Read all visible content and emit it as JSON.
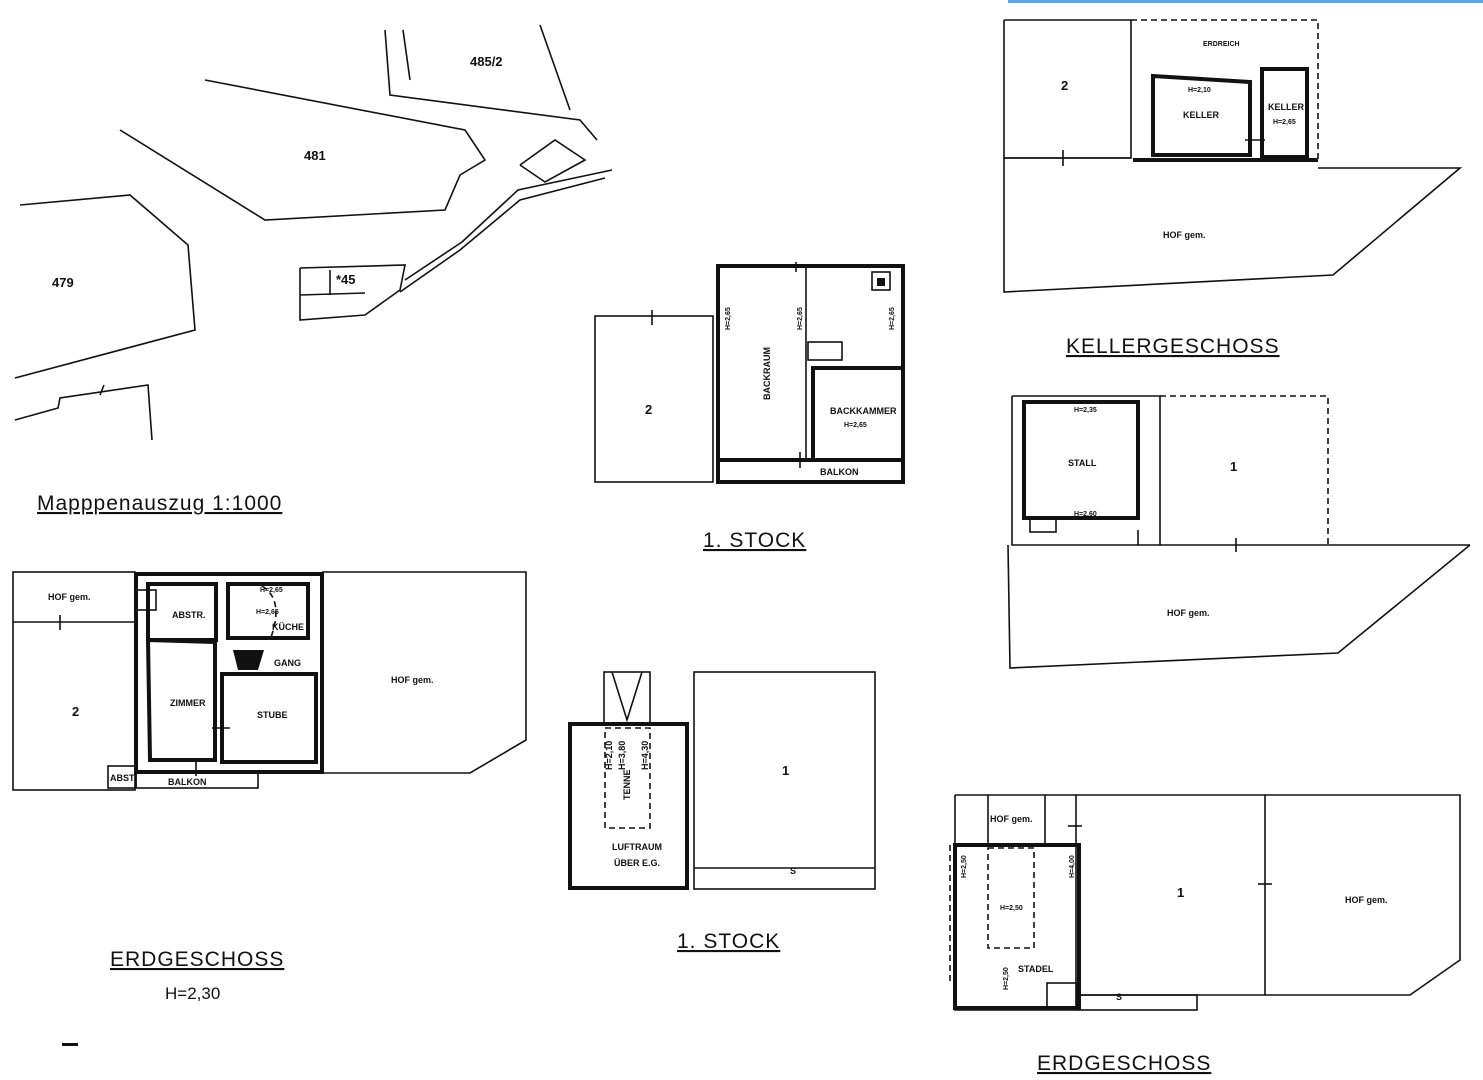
{
  "colors": {
    "ink": "#111111",
    "paper": "#ffffff",
    "edge": "#6aa0d8"
  },
  "map": {
    "parcel_481": "481",
    "parcel_479": "479",
    "parcel_4852": "485/2",
    "parcel_45": "*45",
    "caption": "Mapppenauszug 1:1000"
  },
  "first_floor_top": {
    "backraum": "BACKRAUM",
    "backkammer": "BACKKAMMER",
    "backkammer_h": "H=2,65",
    "balkon": "BALKON",
    "h1": "H=2,65",
    "h2": "H=2,65",
    "h3": "H=2,65",
    "neighbor": "2",
    "caption": "1. STOCK"
  },
  "basement": {
    "erdreich": "ERDREICH",
    "keller1": "KELLER",
    "keller1_h": "H=2,10",
    "keller2": "KELLER",
    "keller2_h": "H=2,65",
    "neighbor": "2",
    "hof": "HOF gem.",
    "caption": "KELLERGESCHOSS"
  },
  "stall_plan": {
    "stall": "STALL",
    "stall_h_top": "H=2,35",
    "stall_h_bottom": "H=2,60",
    "neighbor": "1",
    "hof": "HOF gem."
  },
  "ground_floor_left": {
    "hof_top": "HOF gem.",
    "abstr": "ABSTR.",
    "kueche": "KÜCHE",
    "kueche_h": "H=2,65",
    "kueche_h2": "H=2,65",
    "gang": "GANG",
    "zimmer": "ZIMMER",
    "stube": "STUBE",
    "abst": "ABST.",
    "balkon": "BALKON",
    "neighbor": "2",
    "hof_right": "HOF gem.",
    "caption": "ERDGESCHOSS",
    "height": "H=2,30"
  },
  "first_floor_bottom": {
    "tenne": "TENNE",
    "h1": "H=2,10",
    "h2": "H=3,80",
    "h3": "H=4,30",
    "luftraum": "LUFTRAUM",
    "ueber": "ÜBER E.G.",
    "neighbor": "1",
    "s": "S",
    "caption": "1. STOCK"
  },
  "ground_floor_right": {
    "hof_top": "HOF gem.",
    "h_mid": "H=2,50",
    "stadel": "STADEL",
    "h_left": "H=2,50",
    "h_right": "H=4,00",
    "h_bottom": "H=2,50",
    "neighbor": "1",
    "hof_right": "HOF gem.",
    "s": "S",
    "caption": "ERDGESCHOSS"
  }
}
